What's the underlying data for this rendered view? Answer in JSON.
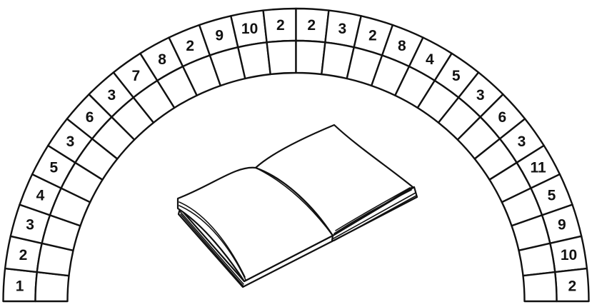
{
  "arch": {
    "outer_numbers": [
      "1",
      "2",
      "3",
      "4",
      "5",
      "3",
      "6",
      "3",
      "7",
      "8",
      "2",
      "9",
      "10",
      "2",
      "2",
      "3",
      "2",
      "8",
      "4",
      "5",
      "3",
      "6",
      "3",
      "11",
      "5",
      "9",
      "10",
      "2"
    ],
    "inner_numbers": [
      "",
      "",
      "",
      "",
      "",
      "",
      "",
      "",
      "",
      "",
      "",
      "",
      "",
      "",
      "",
      "",
      "",
      "",
      "",
      "",
      "",
      "",
      "",
      "",
      "",
      "",
      "",
      ""
    ]
  },
  "colors": {
    "ink": "#111111",
    "paper": "#ffffff"
  },
  "icons": {
    "center": "open-book-icon"
  }
}
